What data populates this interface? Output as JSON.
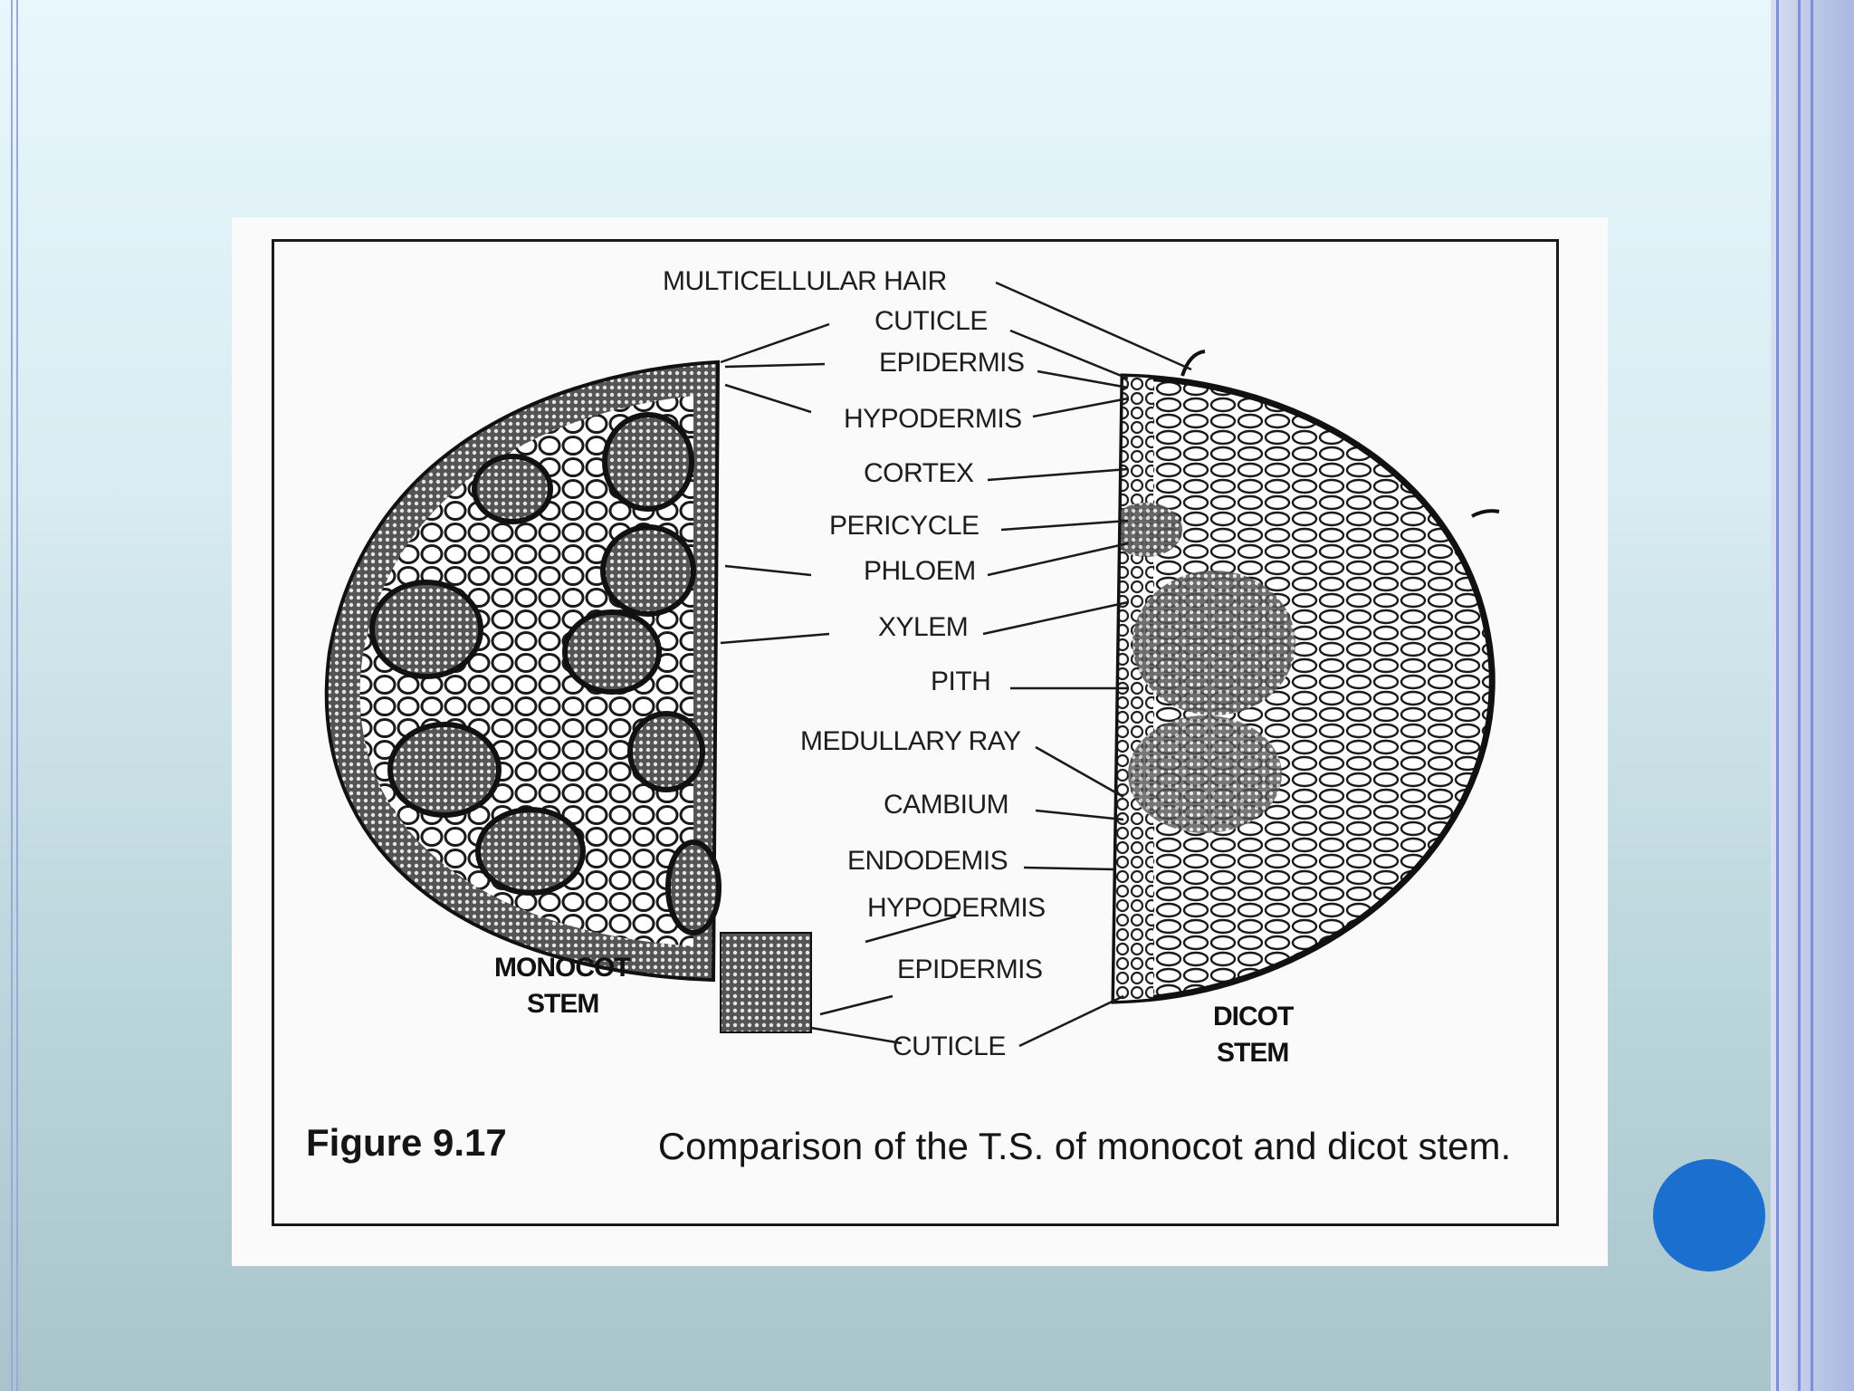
{
  "figure": {
    "labels": {
      "multicellular_hair": "MULTICELLULAR HAIR",
      "cuticle_top": "CUTICLE",
      "epidermis_top": "EPIDERMIS",
      "hypodermis_top": "HYPODERMIS",
      "cortex": "CORTEX",
      "pericycle": "PERICYCLE",
      "phloem": "PHLOEM",
      "xylem": "XYLEM",
      "pith": "PITH",
      "medullary_ray": "MEDULLARY RAY",
      "cambium": "CAMBIUM",
      "endodermis": "ENDODEMIS",
      "hypodermis_bottom": "HYPODERMIS",
      "epidermis_bottom": "EPIDERMIS",
      "cuticle_bottom": "CUTICLE"
    },
    "monocot": {
      "line1": "MONOCOT",
      "line2": "STEM"
    },
    "dicot": {
      "line1": "DICOT",
      "line2": "STEM"
    },
    "caption": {
      "number": "Figure 9.17",
      "text": "Comparison of the T.S. of monocot and dicot stem."
    }
  },
  "colors": {
    "nav_dot": "#1a6fcf",
    "border": "#9aa9d9"
  }
}
